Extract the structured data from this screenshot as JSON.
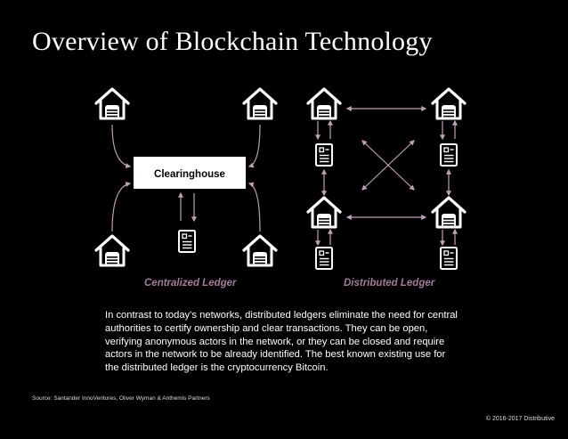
{
  "slide": {
    "title": "Overview of Blockchain Technology",
    "centralized": {
      "hub_label": "Clearinghouse",
      "caption": "Centralized Ledger"
    },
    "distributed": {
      "caption": "Distributed Ledger"
    },
    "description": "In contrast to today’s networks, distributed ledgers eliminate the need for central authorities to certify ownership and clear transactions. They can be open, verifying anonymous actors in the network, or they can be closed and require actors in the network to  be already identified. The best known existing use for the distributed ledger is the cryptocurrency Bitcoin.",
    "source": "Source: Santander InnoVentures, Oliver Wyman & Anthemis Partners",
    "copyright": "© 2016-2017 Distributive"
  },
  "colors": {
    "background": "#000000",
    "accent": "#c3a0b8",
    "caption": "#a37c98",
    "icon": "#ffffff"
  }
}
